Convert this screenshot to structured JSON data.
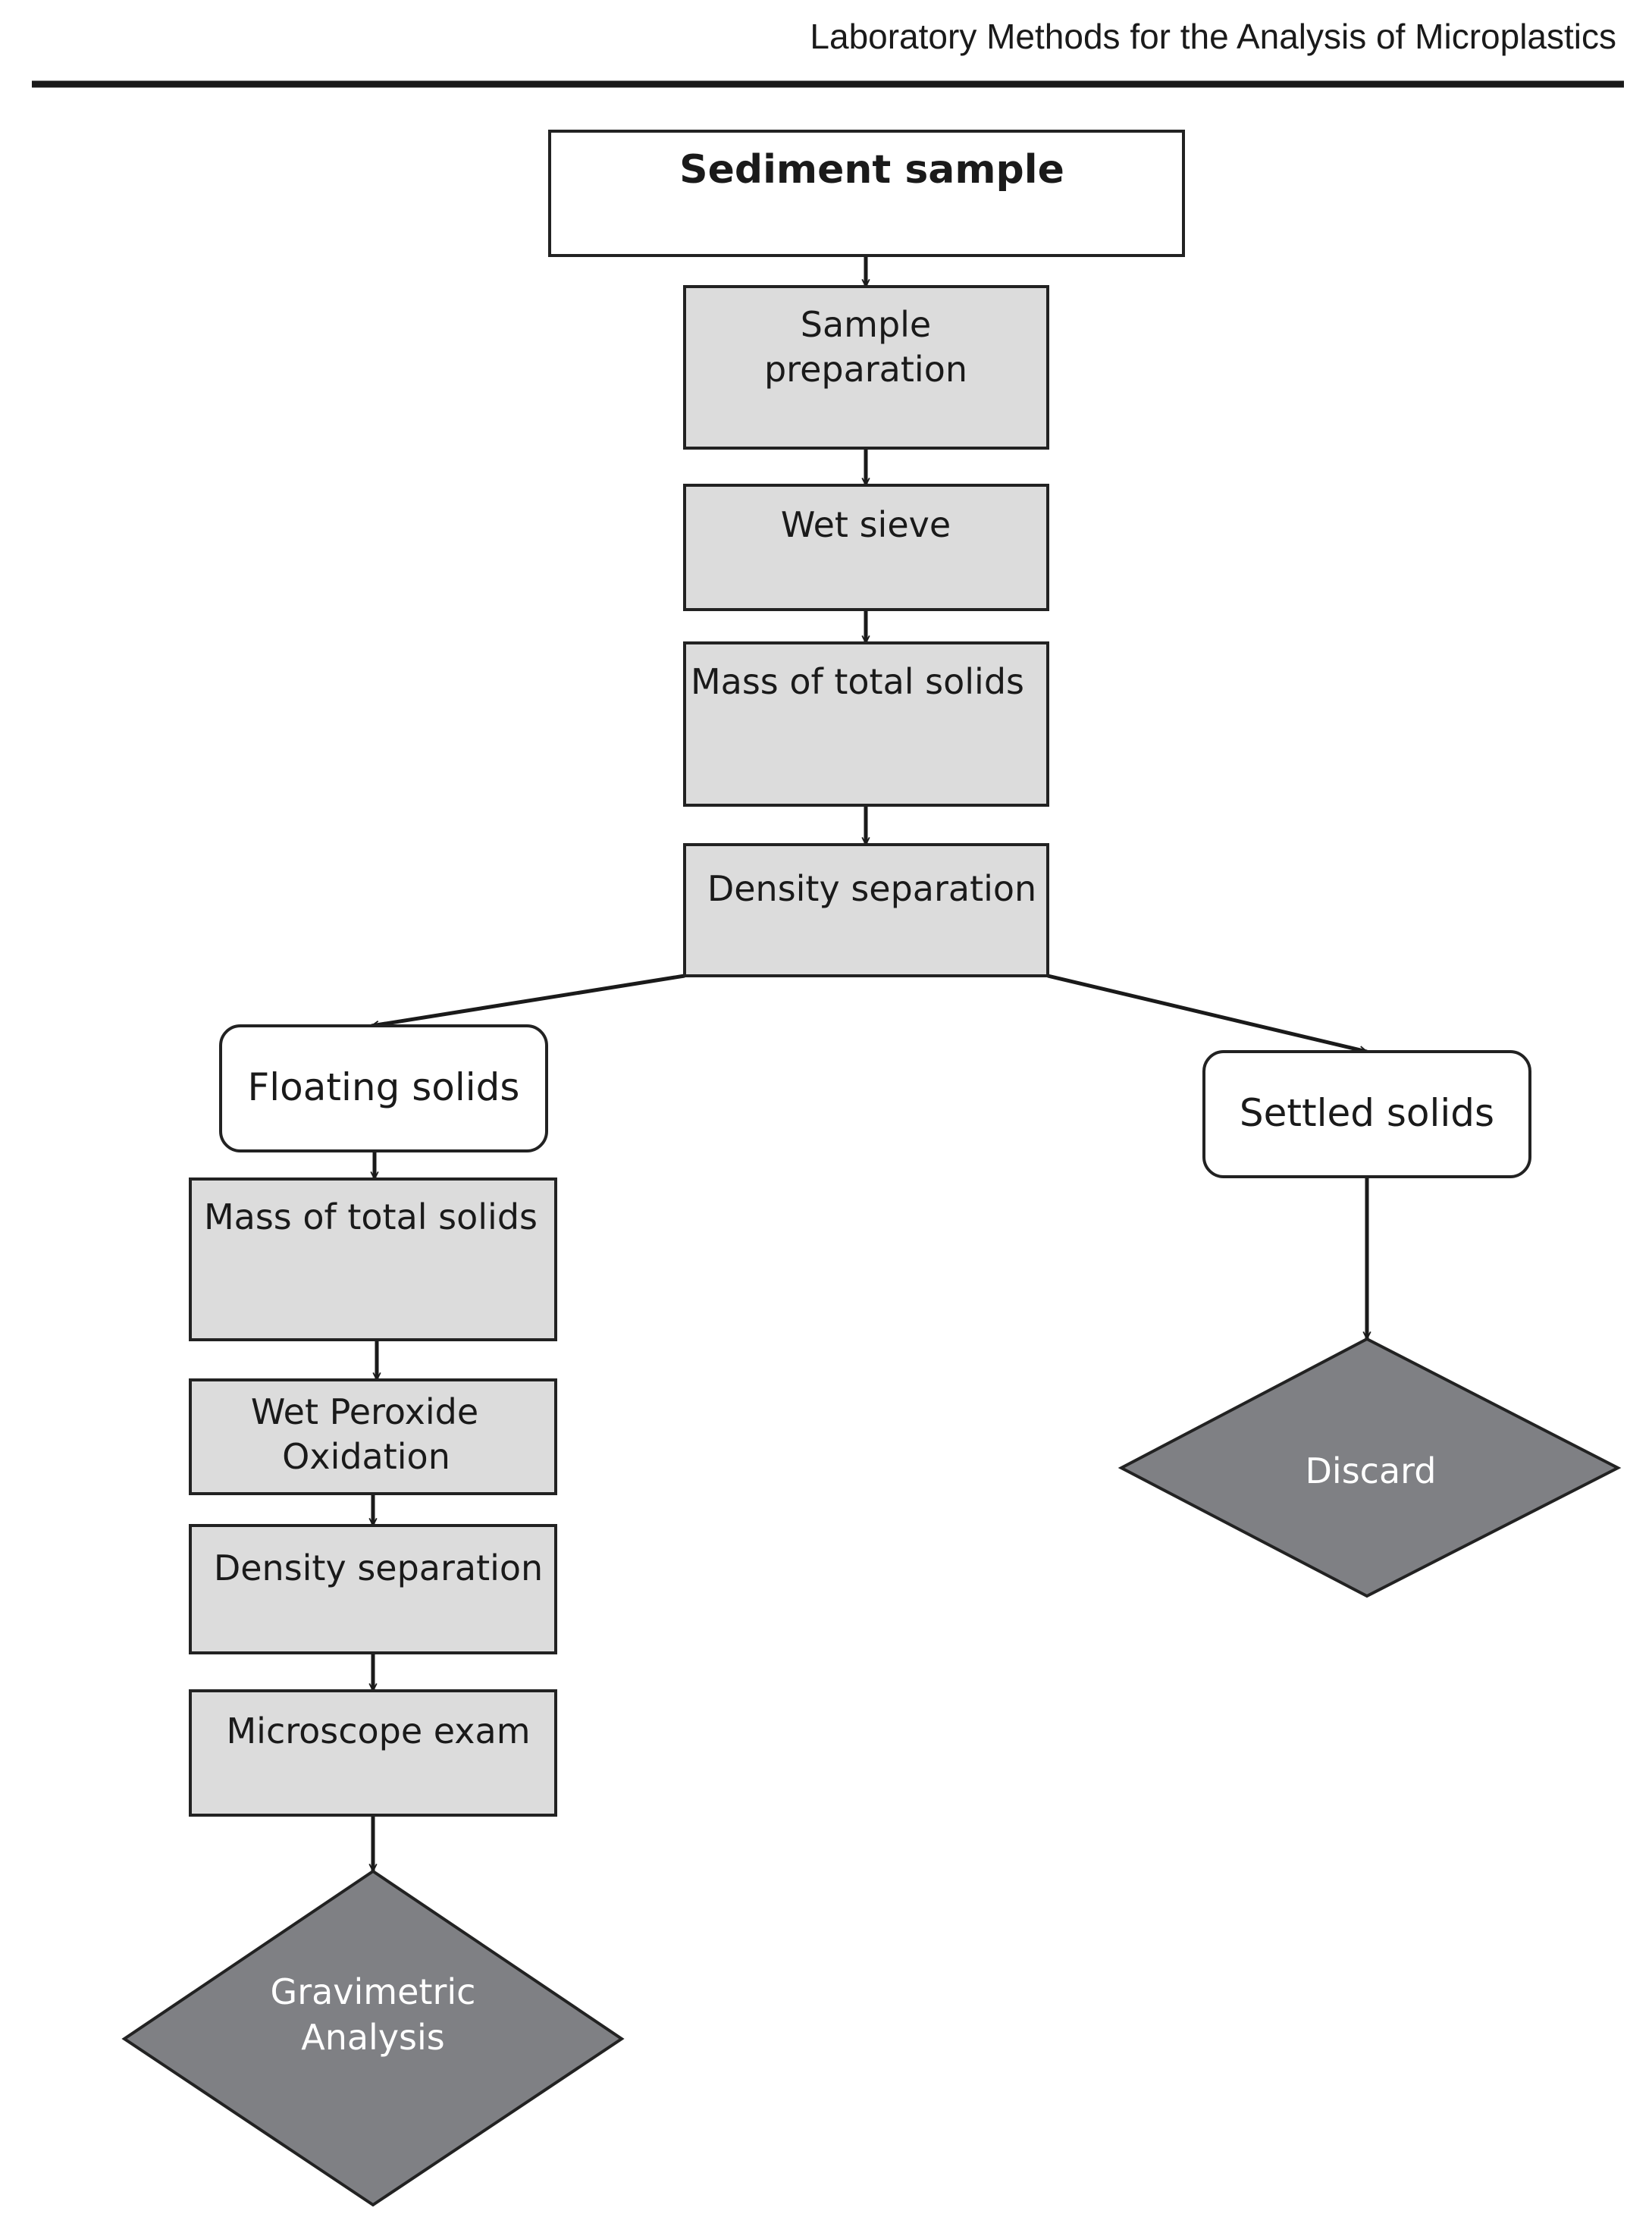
{
  "header": {
    "running_title": "Laboratory Methods for the Analysis of Microplastics"
  },
  "colors": {
    "process_fill": "#dcdcdc",
    "terminal_fill": "#7f8084",
    "line": "#1a1a1a",
    "outline": "#222222"
  },
  "nodes": {
    "sediment_sample": "Sediment sample",
    "sample_prep_line1": "Sample",
    "sample_prep_line2": "preparation",
    "wet_sieve": "Wet sieve",
    "mass_total_solids_1": "Mass of total solids",
    "density_separation_1": "Density separation",
    "floating_solids": "Floating solids",
    "settled_solids": "Settled solids",
    "mass_total_solids_2": "Mass of total solids",
    "wet_peroxide_line1": "Wet Peroxide",
    "wet_peroxide_line2": "Oxidation",
    "density_separation_2": "Density separation",
    "microscope_exam": "Microscope exam",
    "gravimetric_line1": "Gravimetric",
    "gravimetric_line2": "Analysis",
    "discard": "Discard"
  }
}
